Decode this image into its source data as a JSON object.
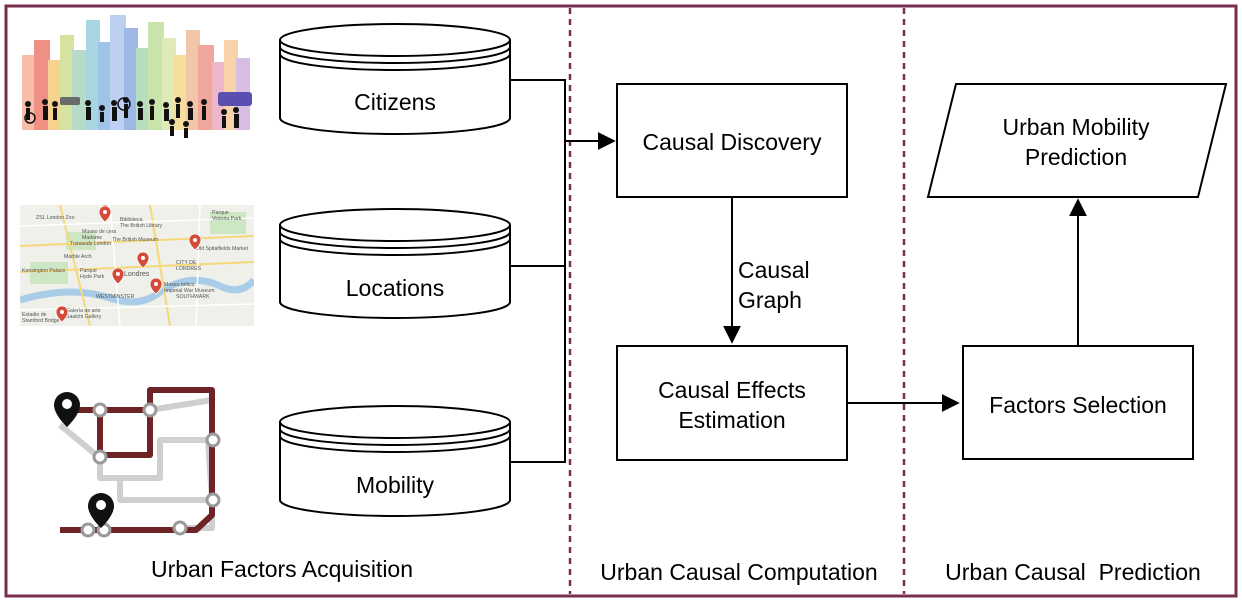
{
  "databases": {
    "citizens": "Citizens",
    "locations": "Locations",
    "mobility": "Mobility"
  },
  "process": {
    "causal_discovery": "Causal Discovery",
    "causal_graph_line1": "Causal",
    "causal_graph_line2": "Graph",
    "effects_line1": "Causal Effects",
    "effects_line2": "Estimation",
    "factors_selection": "Factors Selection",
    "prediction_line1": "Urban Mobility",
    "prediction_line2": "Prediction"
  },
  "sections": {
    "acquisition": "Urban Factors Acquisition",
    "computation": "Urban Causal Computation",
    "prediction": "Urban Causal  Prediction"
  },
  "map_labels": [
    "ZSL London Zoo",
    "Biblioteca",
    "The British Library",
    "Parque",
    "Victoria Park",
    "Museo de cera",
    "Madame",
    "Tussauds London",
    "The British Museum",
    "Old Spitalfields Market",
    "Marble Arch",
    "CITY DE",
    "LONDRES",
    "Londres",
    "Kensington Palace",
    "Parque",
    "Hyde Park",
    "WESTMINSTER",
    "SOUTHWARK",
    "Museo bélico",
    "Imperial War Museum",
    "Galería de arte",
    "Saatchi Gallery",
    "Estadio de",
    "Stamford Bridge"
  ],
  "colors": {
    "frame": "#7a2e4e",
    "divider": "#7a2e4e",
    "line": "#000000",
    "route_dark": "#6e2426",
    "route_light": "#cfcfcf",
    "pin": "#d44b3a"
  },
  "icons": [
    "city-illustration",
    "london-map",
    "transit-map-icon",
    "database-icon",
    "arrow-icon"
  ]
}
